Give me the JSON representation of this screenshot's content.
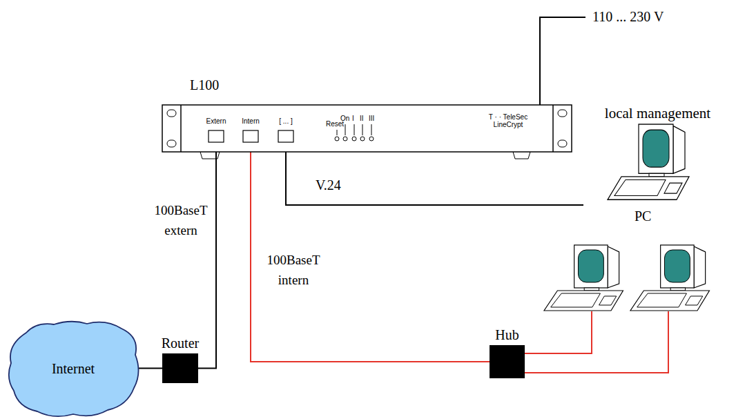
{
  "diagram": {
    "nodes": [
      {
        "text": [
          "L100",
          "Reset",
          "On",
          "I",
          "II",
          "III",
          "T · · TeleSec LineCrypt"
        ]
      },
      {
        "text": [
          "Extern"
        ],
        "in": 0
      },
      {
        "text": [
          "Intern"
        ],
        "in": 0
      },
      {
        "text": [
          "[ ... ]"
        ],
        "in": 0
      },
      {
        "text": [
          "local management",
          "PC"
        ]
      },
      {
        "text": [
          "Internet"
        ]
      },
      {
        "text": [
          "Router"
        ]
      },
      {
        "text": [
          "Hub"
        ]
      }
    ],
    "edges": [
      {
        "from": 3,
        "to": 4,
        "label": "V.24",
        "arrow": "none"
      },
      {
        "from": 1,
        "to": 6,
        "label": "100BaseT extern",
        "arrow": "none"
      },
      {
        "from": 2,
        "to": 7,
        "label": "100BaseT intern",
        "arrow": "none"
      },
      {
        "from": 6,
        "to": 5,
        "arrow": "none"
      }
    ],
    "labels": [
      "110 ... 230 V"
    ]
  }
}
